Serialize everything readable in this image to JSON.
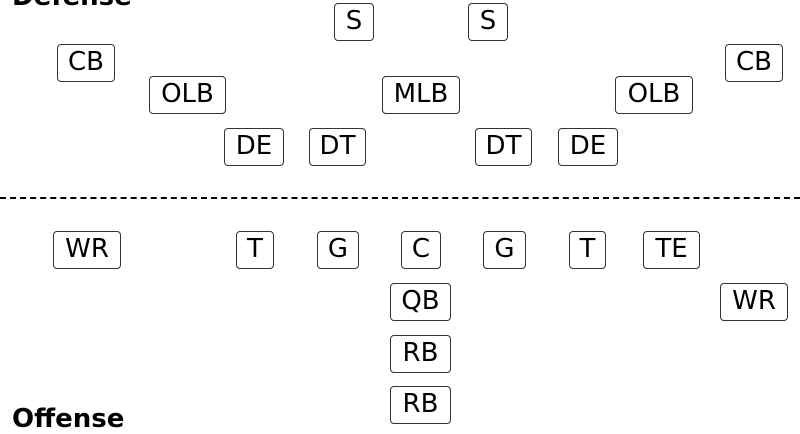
{
  "defense": {
    "label": "Defense",
    "players": [
      {
        "pos": "S"
      },
      {
        "pos": "S"
      },
      {
        "pos": "CB"
      },
      {
        "pos": "CB"
      },
      {
        "pos": "OLB"
      },
      {
        "pos": "MLB"
      },
      {
        "pos": "OLB"
      },
      {
        "pos": "DE"
      },
      {
        "pos": "DT"
      },
      {
        "pos": "DT"
      },
      {
        "pos": "DE"
      }
    ]
  },
  "offense": {
    "label": "Offense",
    "players": [
      {
        "pos": "WR"
      },
      {
        "pos": "T"
      },
      {
        "pos": "G"
      },
      {
        "pos": "C"
      },
      {
        "pos": "G"
      },
      {
        "pos": "T"
      },
      {
        "pos": "TE"
      },
      {
        "pos": "QB"
      },
      {
        "pos": "WR"
      },
      {
        "pos": "RB"
      },
      {
        "pos": "RB"
      }
    ]
  }
}
